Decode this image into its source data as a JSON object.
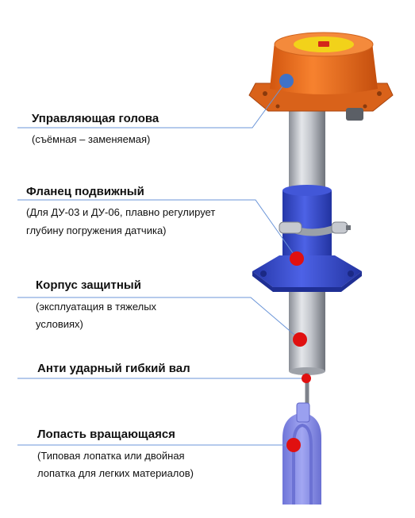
{
  "colors": {
    "orange": "#f06a1c",
    "orange_dark": "#c44e0d",
    "yellow_label": "#f2d21a",
    "blue_body": "#3a4fd6",
    "blue_dark": "#2537a8",
    "steel": "#b9bcc2",
    "steel_dark": "#7e828a",
    "paddle": "#8d92ea",
    "red_marker": "#e01010",
    "blue_marker": "#3f72c8",
    "leader_line": "#6b95d8"
  },
  "callouts": [
    {
      "title": "Управляющая голова",
      "desc": [
        "(съёмная – заменяемая)"
      ],
      "marker": "blue-marker"
    },
    {
      "title": "Фланец подвижный",
      "desc": [
        "(Для ДУ-03 и ДУ-06, плавно регулирует",
        "глубину погружения датчика)"
      ],
      "marker": "red-marker"
    },
    {
      "title": "Корпус защитный",
      "desc": [
        "(эксплуатация в тяжелых",
        "условиях)"
      ],
      "marker": "red-marker"
    },
    {
      "title": "Анти ударный гибкий вал",
      "desc": [],
      "marker": "red-marker"
    },
    {
      "title": "Лопасть вращающаяся",
      "desc": [
        "(Типовая лопатка или двойная",
        "лопатка для легких материалов)"
      ],
      "marker": "red-marker"
    }
  ]
}
